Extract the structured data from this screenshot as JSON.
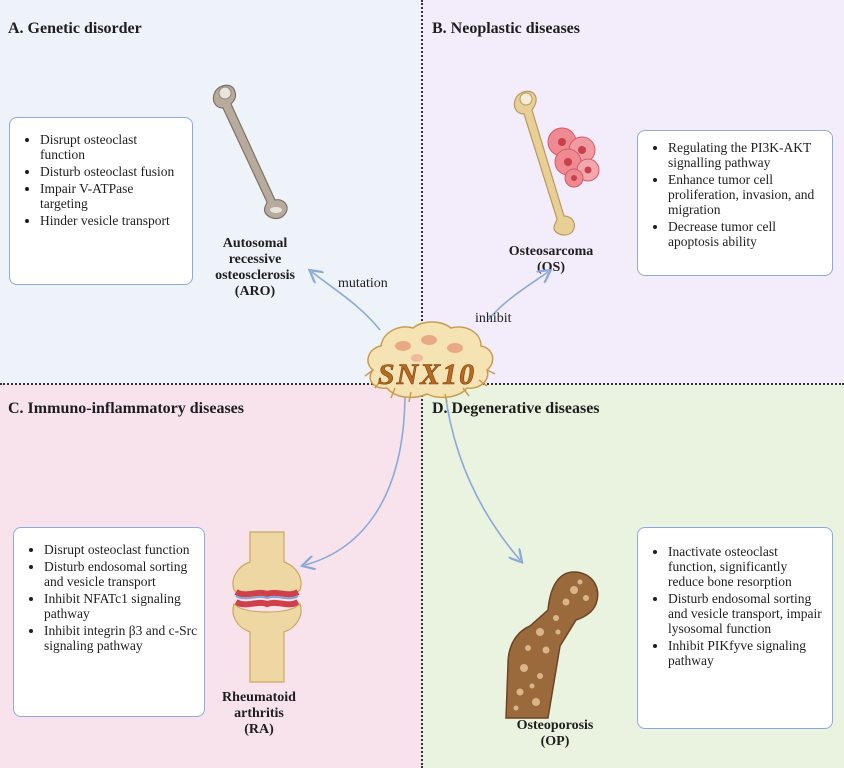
{
  "quadrants": {
    "a": {
      "title": "A. Genetic disorder",
      "disease_lines": [
        "Autosomal",
        "recessive",
        "osteosclerosis",
        "(ARO)"
      ],
      "bullets": [
        "Disrupt osteoclast function",
        "Disturb osteoclast fusion",
        "Impair V-ATPase targeting",
        "Hinder vesicle transport"
      ]
    },
    "b": {
      "title": "B. Neoplastic diseases",
      "disease_lines": [
        "Osteosarcoma",
        "(OS)"
      ],
      "bullets": [
        "Regulating the PI3K-AKT signalling pathway",
        "Enhance tumor cell proliferation, invasion, and migration",
        "Decrease tumor cell apoptosis ability"
      ]
    },
    "c": {
      "title": "C. Immuno-inflammatory diseases",
      "disease_lines": [
        "Rheumatoid",
        "arthritis",
        "(RA)"
      ],
      "bullets": [
        "Disrupt osteoclast function",
        "Disturb endosomal sorting and vesicle transport",
        "Inhibit NFATc1 signaling pathway",
        "Inhibit integrin β3 and c-Src signaling pathway"
      ]
    },
    "d": {
      "title": "D. Degenerative diseases",
      "disease_lines": [
        "Osteoporosis",
        "(OP)"
      ],
      "bullets": [
        "Inactivate osteoclast function, significantly reduce bone resorption",
        "Disturb endosomal sorting and vesicle transport, impair lysosomal function",
        "Inhibit PIKfyve signaling pathway"
      ]
    }
  },
  "center": {
    "label": "SNX10"
  },
  "arrow_labels": {
    "mutation": "mutation",
    "inhibit": "inhibit"
  },
  "colors": {
    "quad_a": "#eef3fa",
    "quad_b": "#f3ecfa",
    "quad_c": "#f8e3ec",
    "quad_d": "#eaf3df",
    "box_border": "#8eaadb",
    "arrow": "#8aa9d8",
    "bone": "#b8ab9e",
    "osteo_bone": "#e8cf96",
    "tumor": "#ef8a92",
    "cartilage": "#d0404a",
    "porous_bone": "#9a6a3c",
    "snx_text": "#b86a22",
    "cell_body": "#f6e3b4"
  },
  "icons": [
    "femur-bone-icon",
    "tumor-cells-icon",
    "knee-joint-icon",
    "femoral-head-icon",
    "osteoclast-cell-icon"
  ]
}
